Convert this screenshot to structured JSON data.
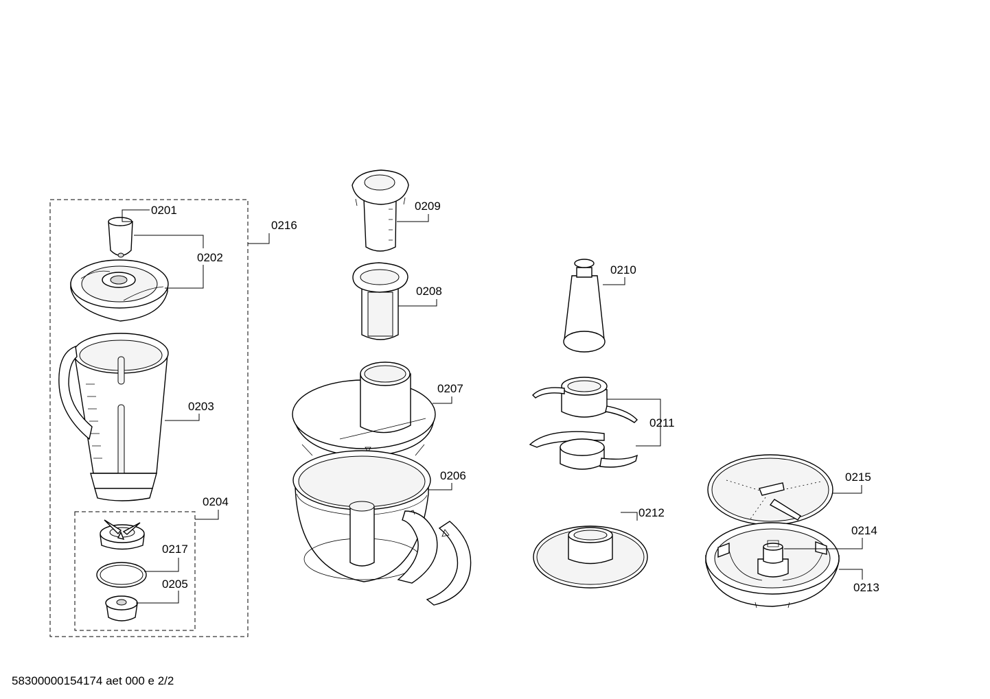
{
  "labels": {
    "p0201": "0201",
    "p0202": "0202",
    "p0203": "0203",
    "p0204": "0204",
    "p0205": "0205",
    "p0206": "0206",
    "p0207": "0207",
    "p0208": "0208",
    "p0209": "0209",
    "p0210": "0210",
    "p0211": "0211",
    "p0212": "0212",
    "p0213": "0213",
    "p0214": "0214",
    "p0215": "0215",
    "p0216": "0216",
    "p0217": "0217"
  },
  "footer": "58300000154174 aet 000 e 2/2"
}
